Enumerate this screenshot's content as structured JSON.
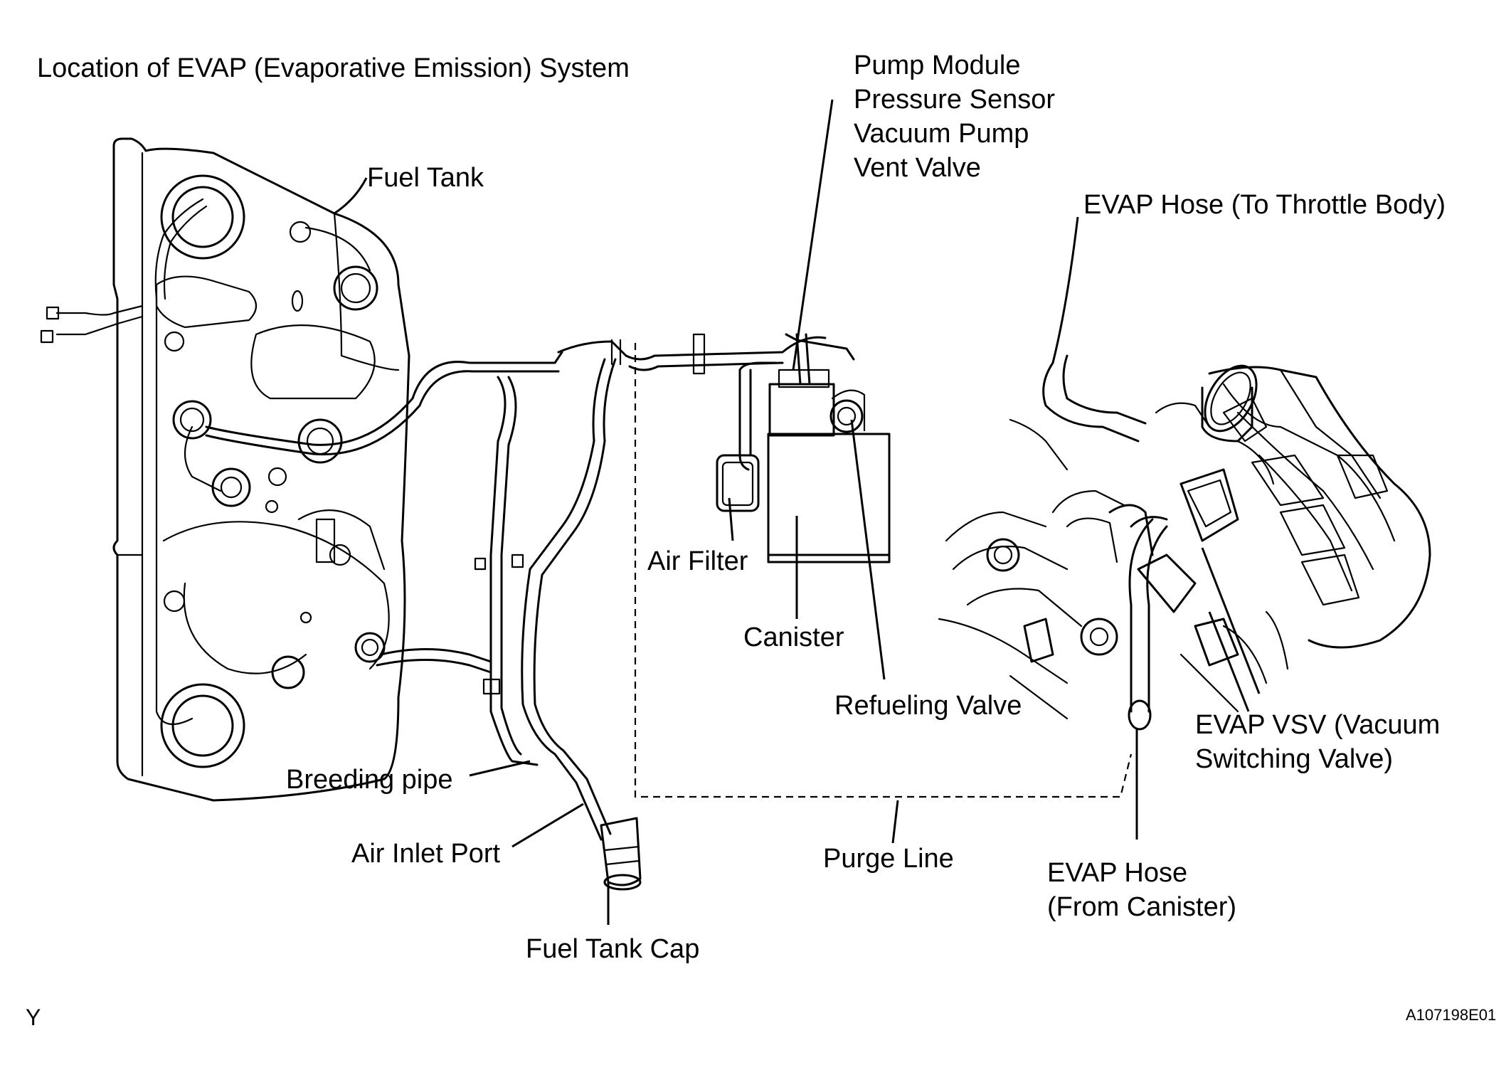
{
  "title": "Location of EVAP (Evaporative Emission) System",
  "labels": {
    "fuel_tank": "Fuel Tank",
    "pump_module": "Pump Module",
    "pressure_sensor": "Pressure Sensor",
    "vacuum_pump": "Vacuum Pump",
    "vent_valve": "Vent Valve",
    "evap_hose_throttle": "EVAP Hose (To Throttle Body)",
    "air_filter": "Air Filter",
    "canister": "Canister",
    "refueling_valve": "Refueling Valve",
    "evap_vsv_line1": "EVAP VSV (Vacuum",
    "evap_vsv_line2": "Switching Valve)",
    "breeding_pipe": "Breeding pipe",
    "air_inlet_port": "Air Inlet Port",
    "purge_line": "Purge Line",
    "evap_hose_canister_line1": "EVAP Hose",
    "evap_hose_canister_line2": "(From Canister)",
    "fuel_tank_cap": "Fuel Tank Cap"
  },
  "footer": {
    "left_mark": "Y",
    "figure_code": "A107198E01"
  }
}
